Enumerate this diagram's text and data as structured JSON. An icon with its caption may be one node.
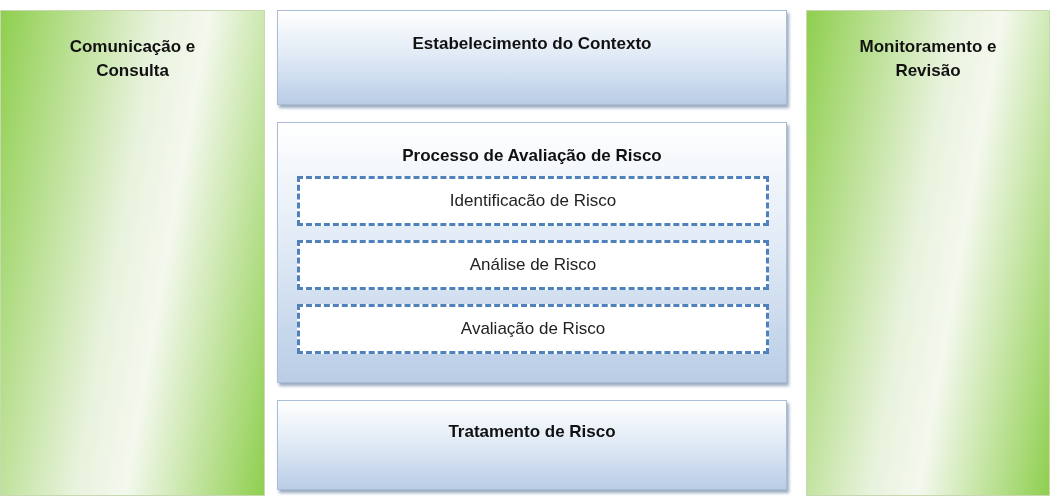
{
  "diagram": {
    "nodes": [
      {
        "text": [
          "Comunicação e Consulta"
        ]
      },
      {
        "text": [
          "Estabelecimento do Contexto"
        ]
      },
      {
        "text": [
          "Processo de Avaliação de Risco"
        ]
      },
      {
        "text": [
          "Identificacão de Risco"
        ],
        "in": 2
      },
      {
        "text": [
          "Análise de Risco"
        ],
        "in": 2
      },
      {
        "text": [
          "Avaliação de Risco"
        ],
        "in": 2
      },
      {
        "text": [
          "Tratamento de Risco"
        ]
      },
      {
        "text": [
          "Monitoramento e Revisão"
        ]
      }
    ]
  }
}
